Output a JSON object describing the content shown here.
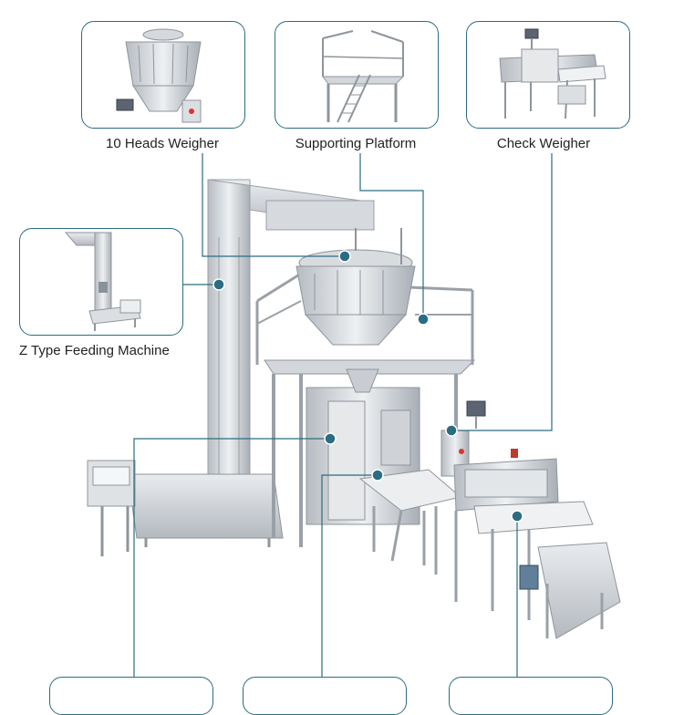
{
  "labels": {
    "heads_weigher": "10 Heads Weigher",
    "supporting_platform": "Supporting Platform",
    "check_weigher": "Check Weigher",
    "z_type_feeding": "Z Type Feeding Machine"
  },
  "colors": {
    "line": "#2b6c82",
    "dot": "#2b6c82",
    "steel": "#c9cdd2",
    "steel_dark": "#8e959c"
  }
}
